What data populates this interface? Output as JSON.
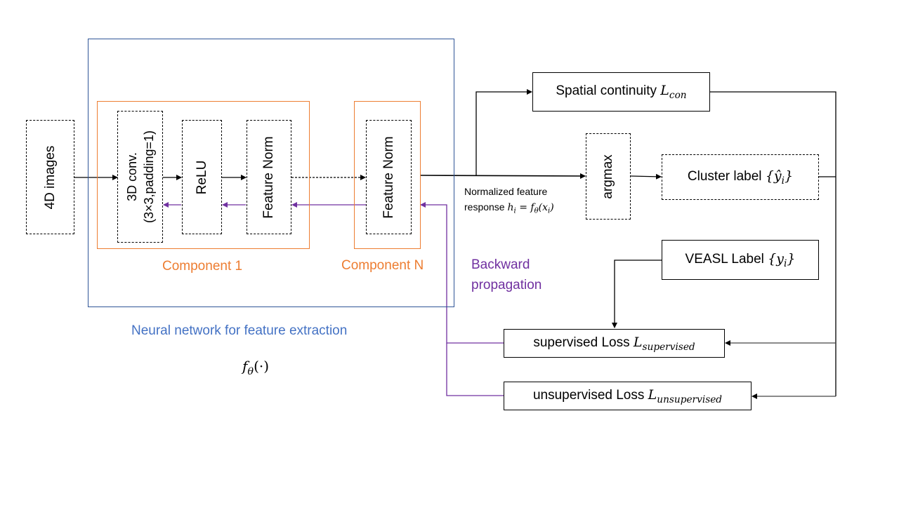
{
  "diagram": {
    "colors": {
      "network_frame": "#2f5597",
      "component_frame": "#ed7d31",
      "backward_arrow": "#7030a0",
      "network_caption": "#4472c4",
      "component_caption": "#ed7d31",
      "backward_caption": "#7030a0",
      "forward_arrow": "#000000"
    },
    "input": {
      "label": "4D images"
    },
    "component_1": {
      "caption": "Component 1",
      "conv": {
        "line1": "3D conv.",
        "line2": "(3×3,padding=1)"
      },
      "relu": "ReLU",
      "feature_norm": "Feature Norm"
    },
    "component_n": {
      "caption": "Component N",
      "feature_norm": "Feature Norm"
    },
    "network": {
      "caption": "Neural network for feature extraction",
      "function_symbol": "f",
      "function_subscript": "θ",
      "function_args": "(·)"
    },
    "feature_response": {
      "line1": "Normalized feature",
      "line2_text": "response ",
      "line2_math": "h",
      "line2_sub": "i",
      "line2_rest_f": " = f",
      "line2_rest_sub": "θ",
      "line2_rest_args": "(x",
      "line2_args_sub": "i",
      "line2_close": ")"
    },
    "spatial_continuity": {
      "text": "Spatial continuity ",
      "math": "L",
      "sub": "con"
    },
    "argmax": "argmax",
    "cluster_label": {
      "text": "Cluster label ",
      "math": "{ŷ",
      "sub": "i",
      "close": "}"
    },
    "veasl_label": {
      "text": "VEASL Label ",
      "math": "{y",
      "sub": "i",
      "close": "}"
    },
    "backward": {
      "line1": "Backward",
      "line2": "propagation"
    },
    "supervised_loss": {
      "text": "supervised Loss ",
      "math": "L",
      "sub": "supervised"
    },
    "unsupervised_loss": {
      "text": "unsupervised Loss ",
      "math": "L",
      "sub": "unsupervised"
    }
  }
}
